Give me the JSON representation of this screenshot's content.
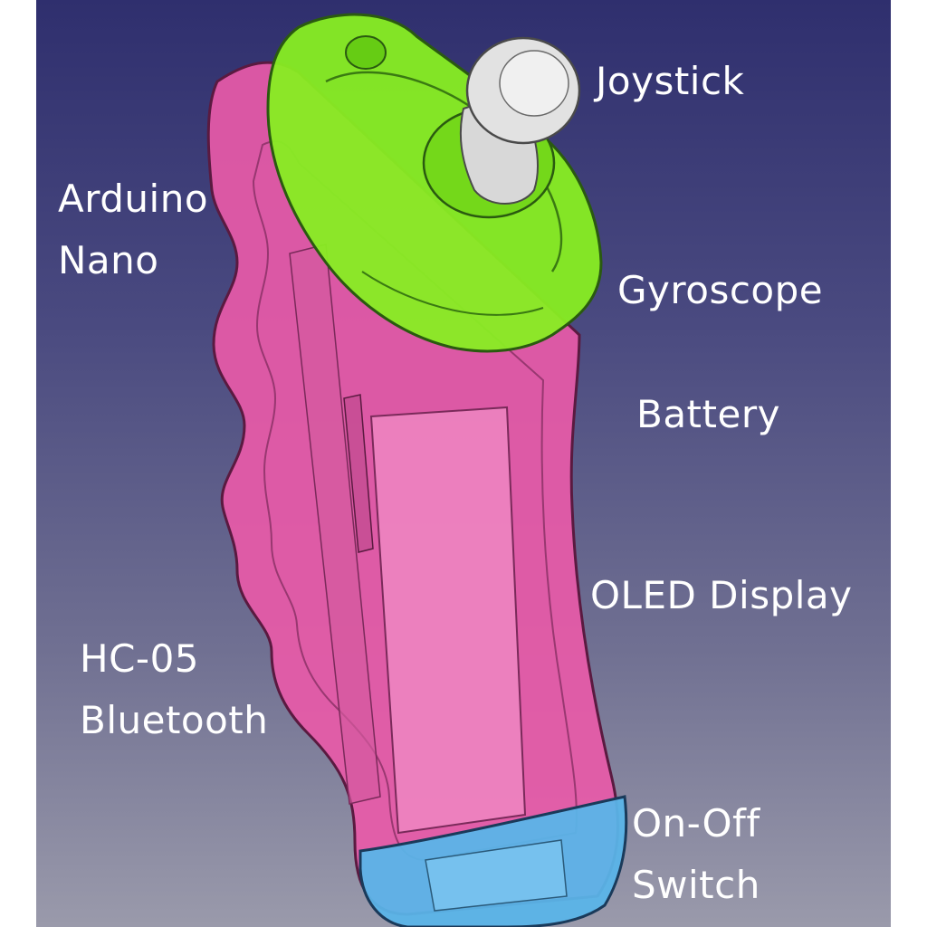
{
  "labels": {
    "joystick": "Joystick",
    "arduino_nano": "Arduino\nNano",
    "gyroscope": "Gyroscope",
    "battery": "Battery",
    "oled_display": "OLED Display",
    "hc05_bluetooth": "HC-05\nBluetooth",
    "on_off_switch": "On-Off\nSwitch"
  },
  "colors": {
    "housing": "#e85aa8",
    "top_module": "#88ee22",
    "joystick_knob": "#d8d8d8",
    "bottom_cap": "#5ab4e8",
    "text": "#ffffff"
  }
}
